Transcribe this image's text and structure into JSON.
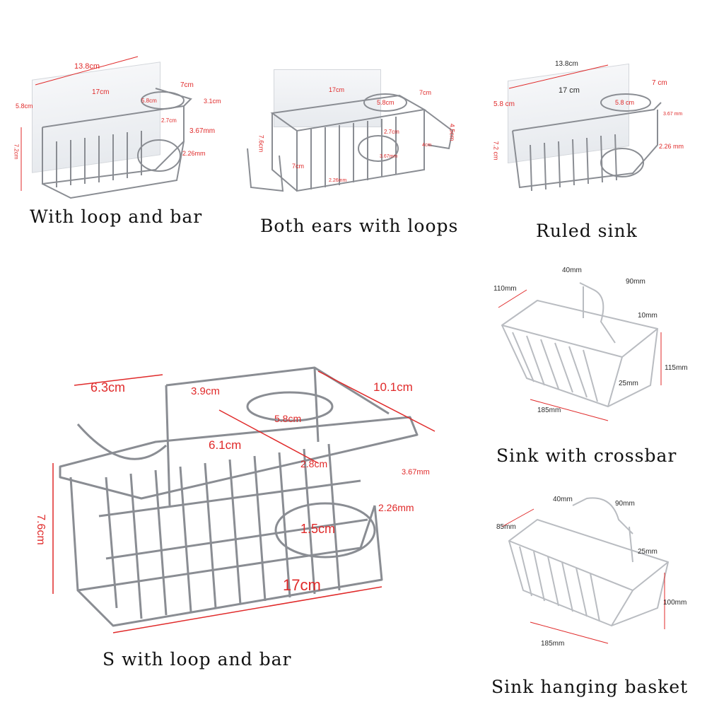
{
  "colors": {
    "dimension": "#e02a2a",
    "wire": "#8a8d93",
    "wire_light": "#b9bcc1",
    "caption": "#111111",
    "suction_pad": "#eef0f3"
  },
  "panels": [
    {
      "caption": "With loop and bar",
      "dims": {
        "width_top": "13.8cm",
        "length": "17cm",
        "depth": "7cm",
        "pad_h": "5.8cm",
        "ring_d": "5.8cm",
        "ring_gap": "2.7cm",
        "ear": "3.1cm",
        "rod": "3.67mm",
        "wire": "2.26mm",
        "height": "7.2cm"
      }
    },
    {
      "caption": "Both ears with loops",
      "dims": {
        "length": "17cm",
        "depth": "7cm",
        "ring_d": "5.8cm",
        "ring_gap": "2.7cm",
        "height": "7.6cm",
        "ear_h": "4.5cm",
        "ear_w": "4cm",
        "rod": "3.67mm",
        "wire": "2.26mm",
        "depth2": "7cm"
      }
    },
    {
      "caption": "Ruled sink",
      "dims": {
        "width_top": "13.8cm",
        "length": "17 cm",
        "depth": "7 cm",
        "pad_h": "5.8 cm",
        "ring_d": "5.8 cm",
        "rod": "3.67 mm",
        "wire": "2.26 mm",
        "height": "7.2 cm"
      }
    },
    {
      "caption": "S with loop and bar",
      "dims": {
        "ear": "6.3cm",
        "gap": "3.9cm",
        "depth": "10.1cm",
        "ring_d": "5.8cm",
        "inner": "6.1cm",
        "ring_gap": "2.8cm",
        "rod": "3.67mm",
        "wire": "2.26mm",
        "drain": "1.5cm",
        "length": "17cm",
        "height": "7.6cm"
      }
    },
    {
      "caption": "Sink with crossbar",
      "dims": {
        "hook_w": "40mm",
        "hook_d": "90mm",
        "depth": "110mm",
        "gap": "10mm",
        "height": "115mm",
        "hook_h": "25mm",
        "length": "185mm"
      }
    },
    {
      "caption": "Sink hanging basket",
      "dims": {
        "hook_w": "40mm",
        "hook_d": "90mm",
        "depth": "85mm",
        "hook_h": "25mm",
        "height": "100mm",
        "length": "185mm"
      }
    }
  ]
}
